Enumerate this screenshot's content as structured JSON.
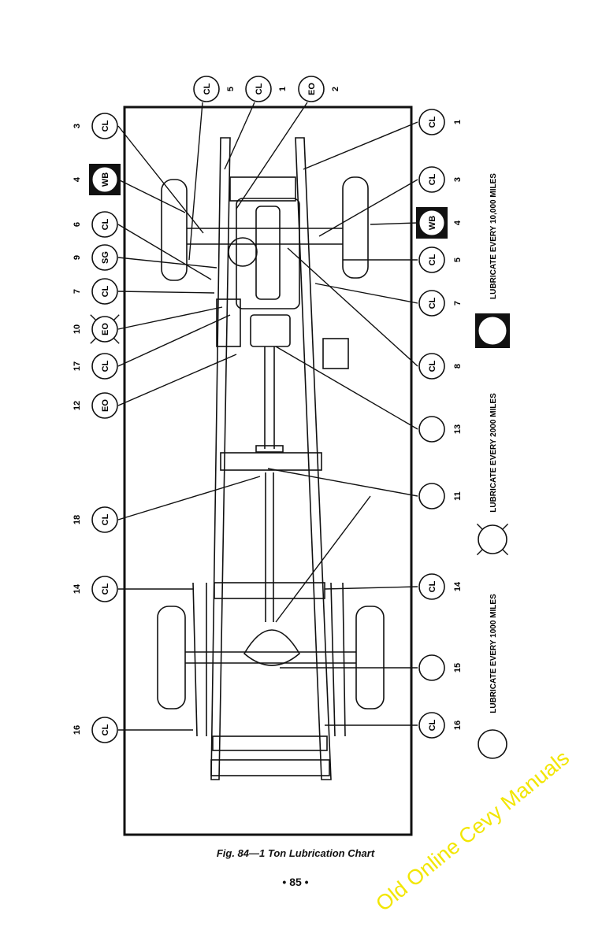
{
  "figure": {
    "caption": "Fig. 84—1 Ton Lubrication Chart",
    "page_number": "• 85 •",
    "watermark": "Old Online Cevy Manuals"
  },
  "legend": [
    {
      "symbol": "filled-square-circle",
      "label": "LUBRICATE EVERY 10,000 MILES"
    },
    {
      "symbol": "x-circle",
      "label": "LUBRICATE EVERY 2000 MILES"
    },
    {
      "symbol": "plain-circle",
      "label": "LUBRICATE EVERY 1000 MILES"
    }
  ],
  "callouts_left": [
    {
      "num": "3",
      "code": "CL",
      "style": "plain"
    },
    {
      "num": "4",
      "code": "WB",
      "style": "square"
    },
    {
      "num": "6",
      "code": "CL",
      "style": "plain"
    },
    {
      "num": "9",
      "code": "SG",
      "style": "plain"
    },
    {
      "num": "7",
      "code": "CL",
      "style": "plain"
    },
    {
      "num": "10",
      "code": "EO",
      "style": "x"
    },
    {
      "num": "17",
      "code": "CL",
      "style": "plain"
    },
    {
      "num": "12",
      "code": "EO",
      "style": "plain"
    },
    {
      "num": "18",
      "code": "CL",
      "style": "plain"
    },
    {
      "num": "14",
      "code": "CL",
      "style": "plain"
    },
    {
      "num": "16",
      "code": "CL",
      "style": "plain"
    }
  ],
  "callouts_top": [
    {
      "num": "5",
      "code": "CL",
      "style": "plain"
    },
    {
      "num": "1",
      "code": "CL",
      "style": "plain"
    },
    {
      "num": "2",
      "code": "EO",
      "style": "plain"
    }
  ],
  "callouts_right": [
    {
      "num": "1",
      "code": "CL",
      "style": "plain"
    },
    {
      "num": "3",
      "code": "CL",
      "style": "plain"
    },
    {
      "num": "4",
      "code": "WB",
      "style": "square"
    },
    {
      "num": "5",
      "code": "CL",
      "style": "plain"
    },
    {
      "num": "7",
      "code": "CL",
      "style": "plain"
    },
    {
      "num": "8",
      "code": "CL",
      "style": "plain"
    },
    {
      "num": "13",
      "code": "",
      "style": "plain"
    },
    {
      "num": "11",
      "code": "",
      "style": "plain"
    },
    {
      "num": "14",
      "code": "CL",
      "style": "plain"
    },
    {
      "num": "15",
      "code": "",
      "style": "plain"
    },
    {
      "num": "16",
      "code": "CL",
      "style": "plain"
    }
  ]
}
